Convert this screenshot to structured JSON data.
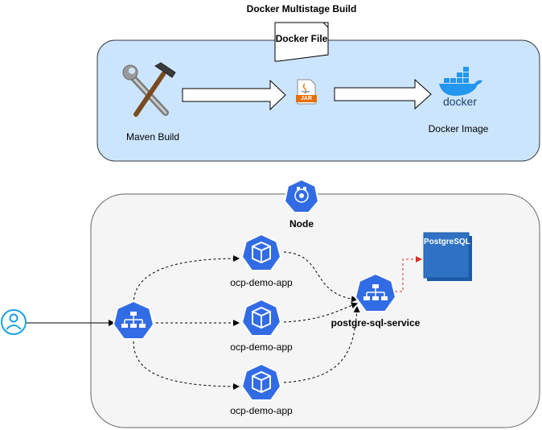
{
  "title": "Docker Multistage Build",
  "docker_file": "Docker File",
  "build": {
    "maven_label": "Maven Build",
    "jar_label": "JAR",
    "docker_logo_text": "docker",
    "docker_image_label": "Docker Image"
  },
  "cluster": {
    "node_label": "Node",
    "apps": [
      "ocp-demo-app",
      "ocp-demo-app",
      "ocp-demo-app"
    ],
    "service_label": "postgre-sql-service",
    "db_label": "PostgreSQL"
  },
  "colors": {
    "build_bg": "#cce5ff",
    "cluster_bg": "#f5f5f5",
    "k8s_blue": "#326ce5",
    "db_blue": "#2f72c4",
    "red_arrow": "#e0301e"
  }
}
